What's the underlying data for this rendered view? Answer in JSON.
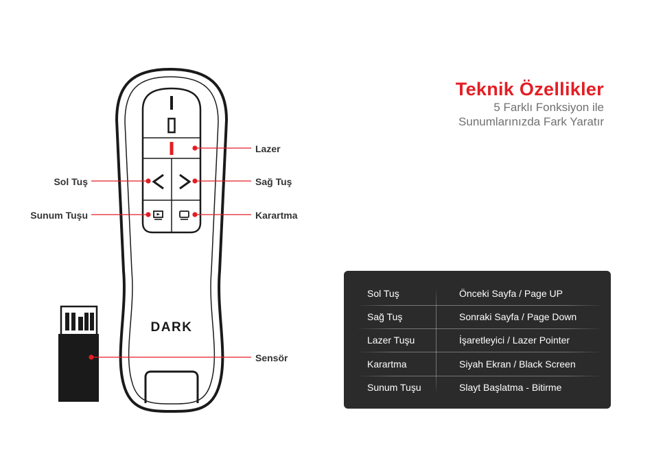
{
  "heading": {
    "title": "Teknik Özellikler",
    "subtitle_line1": "5 Farklı Fonksiyon ile",
    "subtitle_line2": "Sunumlarınızda Fark Yaratır"
  },
  "device": {
    "brand": "DARK"
  },
  "callouts": {
    "lazer": "Lazer",
    "sol_tus": "Sol Tuş",
    "sag_tus": "Sağ Tuş",
    "sunum_tusu": "Sunum Tuşu",
    "karartma": "Karartma",
    "sensor": "Sensör"
  },
  "spec_table": {
    "rows": [
      {
        "button": "Sol Tuş",
        "function": "Önceki Sayfa / Page UP"
      },
      {
        "button": "Sağ Tuş",
        "function": "Sonraki Sayfa / Page Down"
      },
      {
        "button": "Lazer Tuşu",
        "function": "İşaretleyici / Lazer Pointer"
      },
      {
        "button": "Karartma",
        "function": "Siyah Ekran / Black Screen"
      },
      {
        "button": "Sunum Tuşu",
        "function": "Slayt Başlatma - Bitirme"
      }
    ]
  },
  "colors": {
    "accent": "#e31e24",
    "table_bg": "#2b2b2b",
    "outline": "#1a1a1a"
  }
}
